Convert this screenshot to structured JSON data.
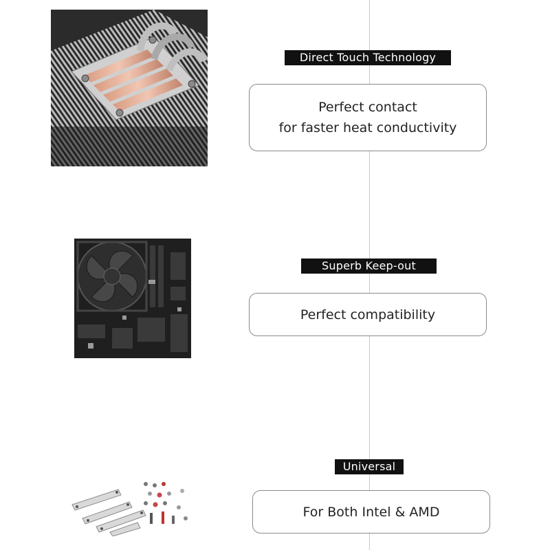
{
  "features": [
    {
      "tag": "Direct Touch Technology",
      "lines": [
        "Perfect contact",
        "for faster heat conductivity"
      ],
      "image": "heatsink-heatpipes"
    },
    {
      "tag": "Superb Keep-out",
      "lines": [
        "Perfect compatibility"
      ],
      "image": "motherboard-with-cooler"
    },
    {
      "tag": "Universal",
      "lines": [
        "For Both Intel & AMD"
      ],
      "image": "mounting-kit-parts"
    }
  ],
  "colors": {
    "tag_background": "#111111",
    "tag_text": "#ffffff",
    "card_border": "#8a8a8a",
    "timeline": "#c8c8c8"
  }
}
